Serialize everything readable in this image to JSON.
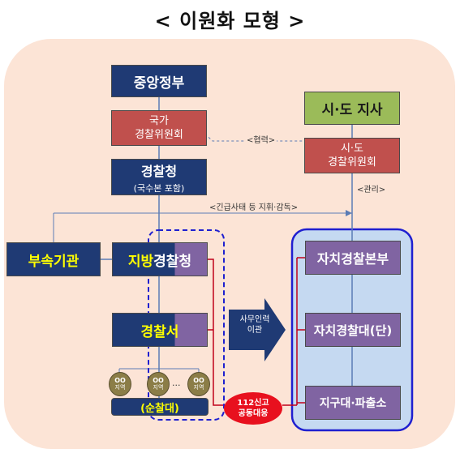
{
  "title": "< 이원화 모형 >",
  "central_government": "중앙정부",
  "national_commission": {
    "line1": "국가",
    "line2": "경찰위원회"
  },
  "police_agency": {
    "name": "경찰청",
    "note": "(국수본 포함)"
  },
  "affiliated_agencies": "부속기관",
  "provincial_police": {
    "part1": "지방",
    "part2": "경찰청"
  },
  "police_station": "경찰서",
  "districts": [
    {
      "top": "OO",
      "bottom": "지역"
    },
    {
      "top": "OO",
      "bottom": "지역"
    },
    {
      "top": "OO",
      "bottom": "지역"
    }
  ],
  "ellipsis": "...",
  "patrol": "(순찰대)",
  "governor": "시·도 지사",
  "provincial_commission": {
    "line1": "시·도",
    "line2": "경찰위원회"
  },
  "cooperation_label": "<협력>",
  "management_label": "<관리>",
  "emergency_label": "<긴급사태 등 지휘·감독>",
  "transfer": {
    "line1": "사무인력",
    "line2": "이관"
  },
  "autonomous_hq": "자치경찰본부",
  "autonomous_unit": "자치경찰대(단)",
  "local_units": "지구대·파출소",
  "joint_response": {
    "line1": "112신고",
    "line2": "공동대응"
  },
  "colors": {
    "navy": "#1f3a74",
    "red": "#c0504d",
    "green": "#9bbb59",
    "purple": "#8064a2",
    "autonomous_area": "#c5d9f1",
    "alert_red": "#e8101e"
  }
}
